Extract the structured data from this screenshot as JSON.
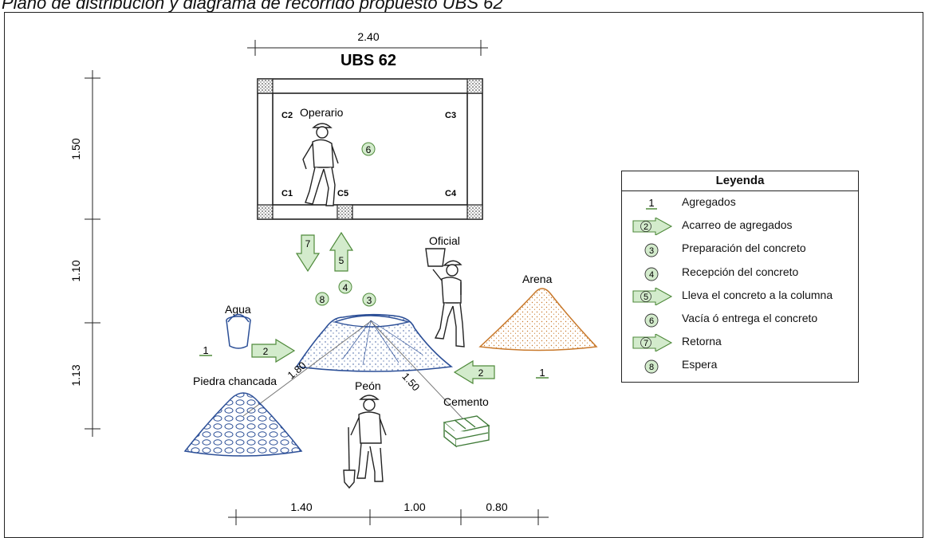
{
  "caption": "Plano de distribución y diagrama de recorrido propuesto UBS 62",
  "plan": {
    "title": "UBS 62",
    "columns": [
      "C1",
      "C2",
      "C3",
      "C4",
      "C5"
    ],
    "workers": {
      "operario": "Operario",
      "oficial": "Oficial",
      "peon": "Peón"
    },
    "materials": {
      "agua": "Agua",
      "arena": "Arena",
      "piedra": "Piedra chancada",
      "cemento": "Cemento"
    },
    "dimensions": {
      "top": "2.40",
      "left": [
        "1.50",
        "1.10",
        "1.13"
      ],
      "bottom": [
        "1.40",
        "1.00",
        "0.80"
      ],
      "diag_piedra": "1.80",
      "diag_cemento": "1.50"
    },
    "steps": {
      "s1": "1",
      "s2": "2",
      "s3": "3",
      "s4": "4",
      "s5": "5",
      "s6": "6",
      "s7": "7",
      "s8": "8"
    }
  },
  "legend": {
    "title": "Leyenda",
    "items": [
      {
        "symbol": "1",
        "label": "Agregados"
      },
      {
        "symbol": "2",
        "label": "Acarreo de agregados"
      },
      {
        "symbol": "3",
        "label": "Preparación del concreto"
      },
      {
        "symbol": "4",
        "label": "Recepción del concreto"
      },
      {
        "symbol": "5",
        "label": "Lleva el concreto a la columna"
      },
      {
        "symbol": "6",
        "label": "Vacía ó entrega el concreto"
      },
      {
        "symbol": "7",
        "label": "Retorna"
      },
      {
        "symbol": "8",
        "label": "Espera"
      }
    ]
  },
  "colors": {
    "step_fill": "#d3ebcc",
    "step_stroke": "#4f8a3b",
    "arena": "#c8782a",
    "concrete": "#2c4f97",
    "cement_bag": "#3e7a37",
    "line": "#222222"
  }
}
